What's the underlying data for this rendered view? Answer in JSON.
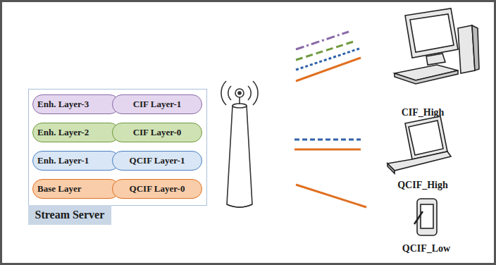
{
  "diagram": {
    "nodes": [
      {
        "text": [
          "Stream Server"
        ]
      },
      {
        "text": [
          "Enh. Layer-3"
        ],
        "in": 0
      },
      {
        "text": [
          "CIF Layer-1"
        ],
        "in": 0
      },
      {
        "text": [
          "Enh. Layer-2"
        ],
        "in": 0
      },
      {
        "text": [
          "CIF Layer-0"
        ],
        "in": 0
      },
      {
        "text": [
          "Enh. Layer-1"
        ],
        "in": 0
      },
      {
        "text": [
          "QCIF Layer-1"
        ],
        "in": 0
      },
      {
        "text": [
          "Base Layer"
        ],
        "in": 0
      },
      {
        "text": [
          "QCIF Layer-0"
        ],
        "in": 0
      }
    ],
    "labels": [
      "CIF_High",
      "QCIF_High",
      "QCIF_Low"
    ]
  }
}
